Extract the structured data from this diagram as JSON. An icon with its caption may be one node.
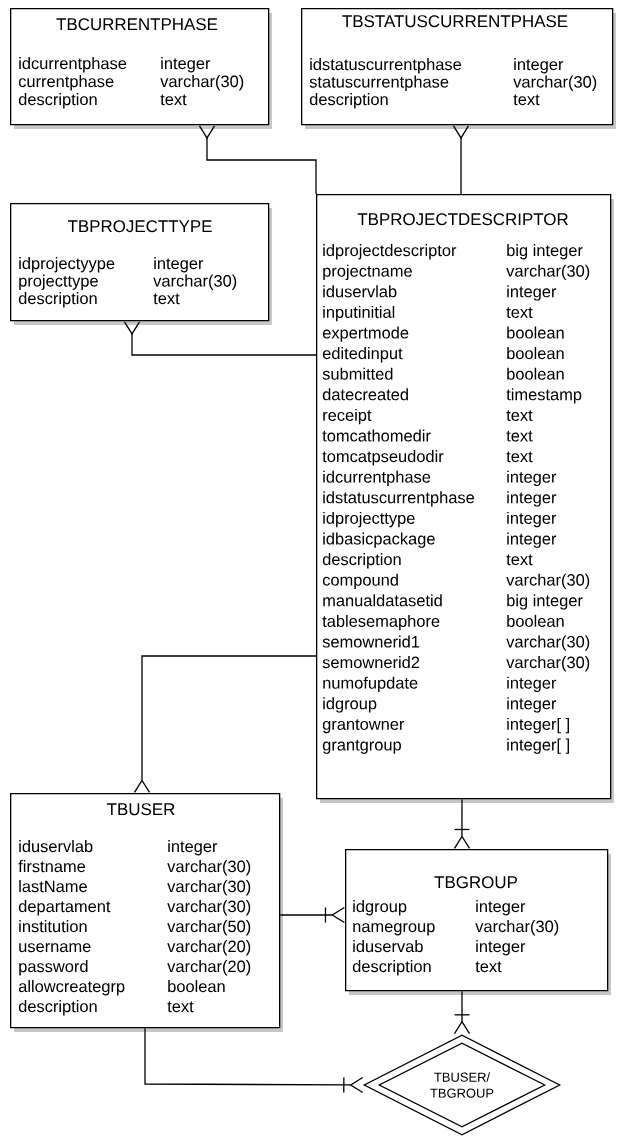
{
  "diagram": {
    "nodes": [
      {
        "text": [
          "TBCURRENTPHASE",
          "idcurrentphase",
          "integer",
          "currentphase",
          "varchar(30)",
          "description",
          "text"
        ]
      },
      {
        "text": [
          "TBSTATUSCURRENTPHASE",
          "idstatuscurrentphase",
          "integer",
          "statuscurrentphase",
          "varchar(30)",
          "description",
          "text"
        ]
      },
      {
        "text": [
          "TBPROJECTTYPE",
          "idprojectyype",
          "integer",
          "projecttype",
          "varchar(30)",
          "description",
          "text"
        ]
      },
      {
        "text": [
          "TBPROJECTDESCRIPTOR",
          "idprojectdescriptor",
          "big integer",
          "projectname",
          "varchar(30)",
          "iduservlab",
          "integer",
          "inputinitial",
          "text",
          "expertmode",
          "boolean",
          "editedinput",
          "boolean",
          "submitted",
          "boolean",
          "datecreated",
          "timestamp",
          "receipt",
          "text",
          "tomcathomedir",
          "text",
          "tomcatpseudodir",
          "text",
          "idcurrentphase",
          "integer",
          "idstatuscurrentphase",
          "integer",
          "idprojecttype",
          "integer",
          "idbasicpackage",
          "integer",
          "description",
          "text",
          "compound",
          "varchar(30)",
          "manualdatasetid",
          "big integer",
          "tablesemaphore",
          "boolean",
          "semownerid1",
          "varchar(30)",
          "semownerid2",
          "varchar(30)",
          "numofupdate",
          "integer",
          "idgroup",
          "integer",
          "grantowner",
          "integer[ ]",
          "grantgroup",
          "integer[ ]"
        ]
      },
      {
        "text": [
          "TBUSER",
          "iduservlab",
          "integer",
          "firstname",
          "varchar(30)",
          "lastName",
          "varchar(30)",
          "departament",
          "varchar(30)",
          "institution",
          "varchar(50)",
          "username",
          "varchar(20)",
          "password",
          "varchar(20)",
          "allowcreategrp",
          "boolean",
          "description",
          "text"
        ]
      },
      {
        "text": [
          "TBGROUP",
          "idgroup",
          "integer",
          "namegroup",
          "varchar(30)",
          "iduservab",
          "integer",
          "description",
          "text"
        ]
      },
      {
        "text": [
          "TBUSER/ TBGROUP"
        ]
      }
    ],
    "edges": [
      {
        "from": 3,
        "to": 0,
        "arrow": "other"
      },
      {
        "from": 3,
        "to": 1,
        "arrow": "other"
      },
      {
        "from": 3,
        "to": 2,
        "arrow": "other"
      },
      {
        "from": 3,
        "to": 4,
        "arrow": "other"
      },
      {
        "from": 3,
        "to": 5,
        "arrow": "other"
      },
      {
        "from": 4,
        "to": 5,
        "arrow": "other"
      },
      {
        "from": 4,
        "to": 6,
        "arrow": "other"
      },
      {
        "from": 5,
        "to": 6,
        "arrow": "other"
      }
    ]
  }
}
